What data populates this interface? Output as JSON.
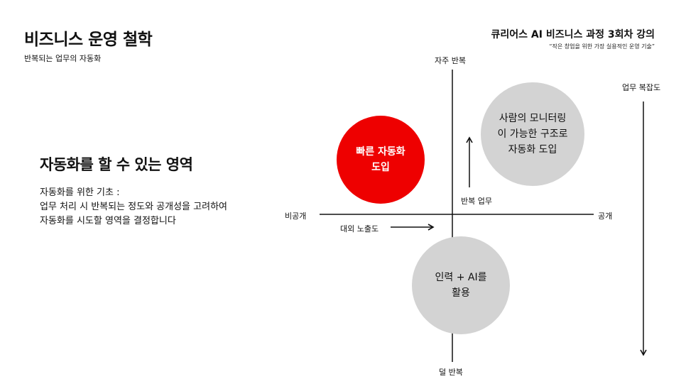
{
  "header": {
    "title": "비즈니스 운영 철학",
    "subtitle": "반복되는 업무의 자동화",
    "course_title": "큐리어스 AI 비즈니스 과정 3회차 강의",
    "course_quote": "“작은 창업을 위한 가장 실용적인 운영 기술”"
  },
  "section": {
    "title": "자동화를 할 수 있는 영역",
    "description_lines": [
      "자동화를 위한 기초 :",
      "업무 처리 시 반복되는 정도와 공개성을 고려하여",
      "자동화를 시도할 영역을 결정합니다"
    ]
  },
  "diagram": {
    "axis_top": "자주 반복",
    "axis_bottom": "덜 반복",
    "axis_left": "비공개",
    "axis_right": "공개",
    "complexity_label": "업무 복잡도",
    "exposure_label": "대외 노출도",
    "repeat_label": "반복 업무",
    "circles": {
      "red": [
        "빠른 자동화",
        "도입"
      ],
      "monitor": [
        "사람의 모니터링",
        "이 가능한 구조로",
        "자동화 도입"
      ],
      "human": [
        "인력 + AI를",
        "활용"
      ]
    },
    "colors": {
      "red_circle": "#ee0000",
      "gray_circle": "#d3d3d3"
    }
  }
}
